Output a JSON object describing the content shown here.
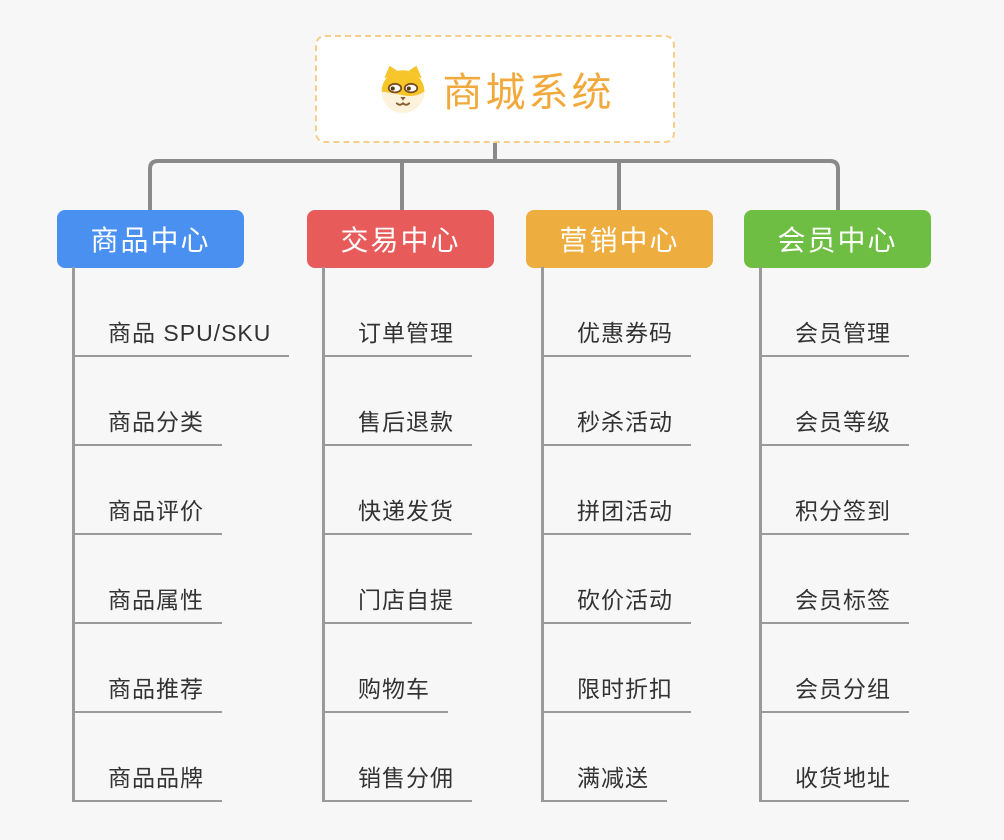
{
  "root": {
    "title": "商城系统",
    "icon": "dog-face-icon"
  },
  "branches": [
    {
      "label": "商品中心",
      "color": "#4A90F0",
      "items": [
        "商品 SPU/SKU",
        "商品分类",
        "商品评价",
        "商品属性",
        "商品推荐",
        "商品品牌"
      ]
    },
    {
      "label": "交易中心",
      "color": "#E85B5B",
      "items": [
        "订单管理",
        "售后退款",
        "快递发货",
        "门店自提",
        "购物车",
        "销售分佣"
      ]
    },
    {
      "label": "营销中心",
      "color": "#EDAD3F",
      "items": [
        "优惠券码",
        "秒杀活动",
        "拼团活动",
        "砍价活动",
        "限时折扣",
        "满减送"
      ]
    },
    {
      "label": "会员中心",
      "color": "#6FBE44",
      "items": [
        "会员管理",
        "会员等级",
        "积分签到",
        "会员标签",
        "会员分组",
        "收货地址"
      ]
    }
  ],
  "colors": {
    "canvas_background": "#F7F7F7",
    "root_accent": "#F2A93C",
    "root_border": "#F7CD8A",
    "connector_line": "#8A8A8A",
    "branch_line": "#9A9A9A",
    "item_text": "#333333",
    "dog_yellow": "#F5C529",
    "dog_cream": "#FDF3DC",
    "dog_brown": "#8A5A2B"
  }
}
